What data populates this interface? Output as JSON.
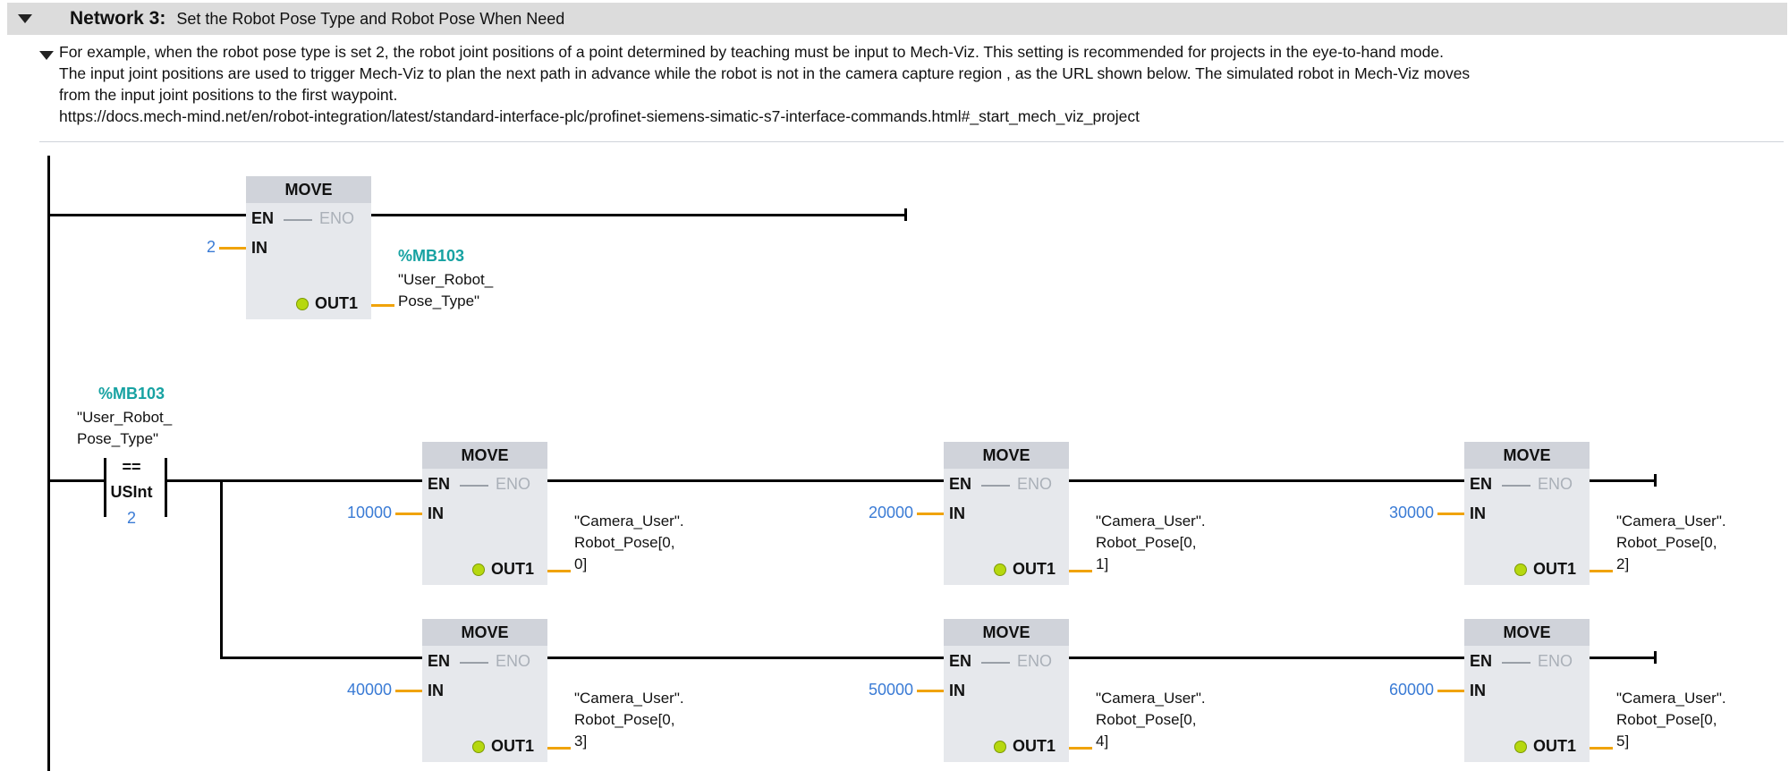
{
  "network": {
    "label": "Network 3:",
    "title": "Set the Robot Pose Type and Robot Pose When Need",
    "comment": [
      "For example, when the robot pose type is set 2, the robot joint positions of a point determined by teaching must be input to Mech-Viz. This setting is recommended for projects in the eye-to-hand mode.",
      "The input joint positions are used to trigger Mech-Viz to plan the next path in advance while the robot is not in the camera capture region , as the URL shown below. The simulated robot in Mech-Viz moves",
      "from the input joint positions to the first waypoint.",
      "https://docs.mech-mind.net/en/robot-integration/latest/standard-interface-plc/profinet-siemens-simatic-s7-interface-commands.html#_start_mech_viz_project"
    ]
  },
  "labels": {
    "move": "MOVE",
    "en": "EN",
    "eno": "ENO",
    "in": "IN",
    "out1": "OUT1"
  },
  "rung1": {
    "in_value": "2",
    "out_address": "%MB103",
    "out_symbol": "\"User_Robot_\nPose_Type\""
  },
  "rung2": {
    "compare": {
      "address": "%MB103",
      "symbol": "\"User_Robot_\nPose_Type\"",
      "operator": "==",
      "type": "USInt",
      "value": "2"
    },
    "moves": [
      {
        "in_value": "10000",
        "out_symbol": "\"Camera_User\".\nRobot_Pose[0,\n0]"
      },
      {
        "in_value": "20000",
        "out_symbol": "\"Camera_User\".\nRobot_Pose[0,\n1]"
      },
      {
        "in_value": "30000",
        "out_symbol": "\"Camera_User\".\nRobot_Pose[0,\n2]"
      },
      {
        "in_value": "40000",
        "out_symbol": "\"Camera_User\".\nRobot_Pose[0,\n3]"
      },
      {
        "in_value": "50000",
        "out_symbol": "\"Camera_User\".\nRobot_Pose[0,\n4]"
      },
      {
        "in_value": "60000",
        "out_symbol": "\"Camera_User\".\nRobot_Pose[0,\n5]"
      }
    ]
  }
}
